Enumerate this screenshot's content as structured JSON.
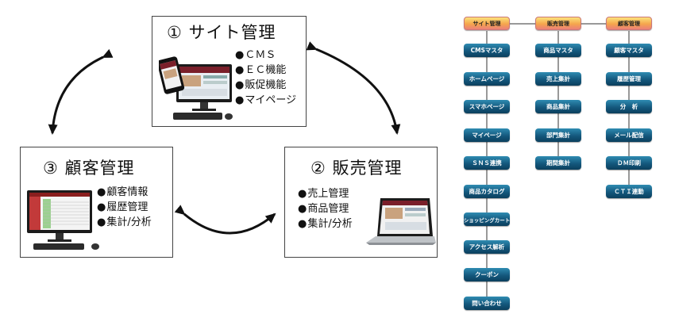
{
  "cycle": {
    "site": {
      "title": "① サイト管理",
      "bullets": [
        "ＣＭＳ",
        "ＥＣ機能",
        "販促機能",
        "マイページ"
      ]
    },
    "sales": {
      "title": "② 販売管理",
      "bullets": [
        "売上管理",
        "商品管理",
        "集計/分析"
      ]
    },
    "customer": {
      "title": "③ 顧客管理",
      "bullets": [
        "顧客情報",
        "履歴管理",
        "集計/分析"
      ]
    }
  },
  "tree": {
    "columns": [
      {
        "head": "サイト管理",
        "items": [
          "CMSマスタ",
          "ホームページ",
          "スマホページ",
          "マイページ",
          "ＳＮＳ連携",
          "商品カタログ",
          "ショッピングカート",
          "アクセス解析",
          "クーポン",
          "問い合わせ"
        ]
      },
      {
        "head": "販売管理",
        "items": [
          "商品マスタ",
          "売上集計",
          "商品集計",
          "部門集計",
          "期間集計"
        ]
      },
      {
        "head": "顧客管理",
        "items": [
          "顧客マスタ",
          "履歴管理",
          "分　析",
          "メール配信",
          "ＤＭ印刷",
          "ＣＴＩ連動"
        ]
      }
    ]
  },
  "colors": {
    "node_blue": "#14587d",
    "head_gradient_top": "#fbe27a",
    "head_gradient_bottom": "#ec8079",
    "arrow": "#111111"
  }
}
